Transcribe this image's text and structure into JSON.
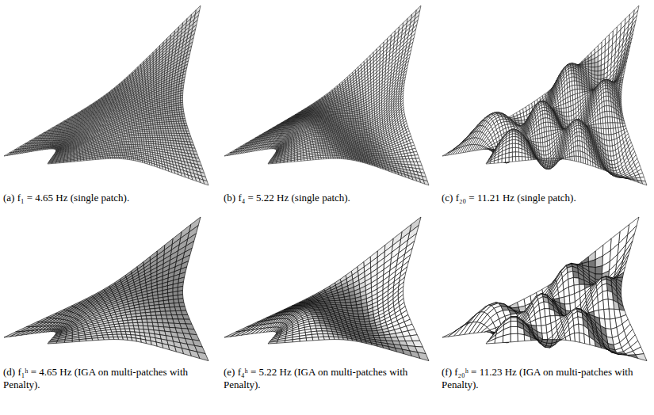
{
  "diagram": {
    "labels": [
      "(a) f₁ = 4.65 Hz (single patch).",
      "(b) f₄ = 5.22 Hz (single patch).",
      "(c) f₂₀ = 11.21 Hz (single patch).",
      "(d) f₁ʰ = 4.65 Hz (IGA on multi-patches with Penalty).",
      "(e) f₄ʰ = 5.22 Hz (IGA on multi-patches with Penalty).",
      "(f) f₂₀ʰ = 11.23 Hz (IGA on multi-patches with Penalty)."
    ]
  }
}
